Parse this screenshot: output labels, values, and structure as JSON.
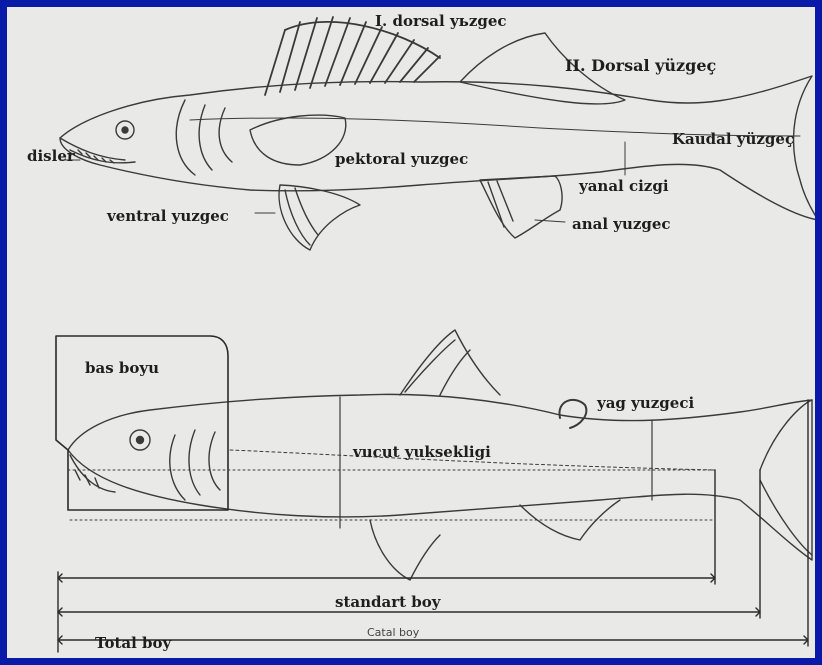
{
  "diagram": {
    "top_fish_labels": {
      "dorsal_1": "I. dorsal yьzgec",
      "dorsal_2": "II. Dorsal yüzgeç",
      "teeth": "disler",
      "pectoral": "pektoral yuzgec",
      "caudal": "Kaudal yüzgeç",
      "lateral_line": "yanal cizgi",
      "ventral": "ventral yuzgec",
      "anal": "anal yuzgec"
    },
    "bottom_fish_labels": {
      "head_length": "bas boyu",
      "adipose_fin": "yag yuzgeci",
      "body_depth": "vucut yuksekligi",
      "standard_length": "standart boy",
      "fork_length": "Catal boy",
      "total_length": "Total boy"
    },
    "colors": {
      "frame": "#0a1aa8",
      "paper": "#e9e9e7",
      "ink": "#333333"
    }
  }
}
